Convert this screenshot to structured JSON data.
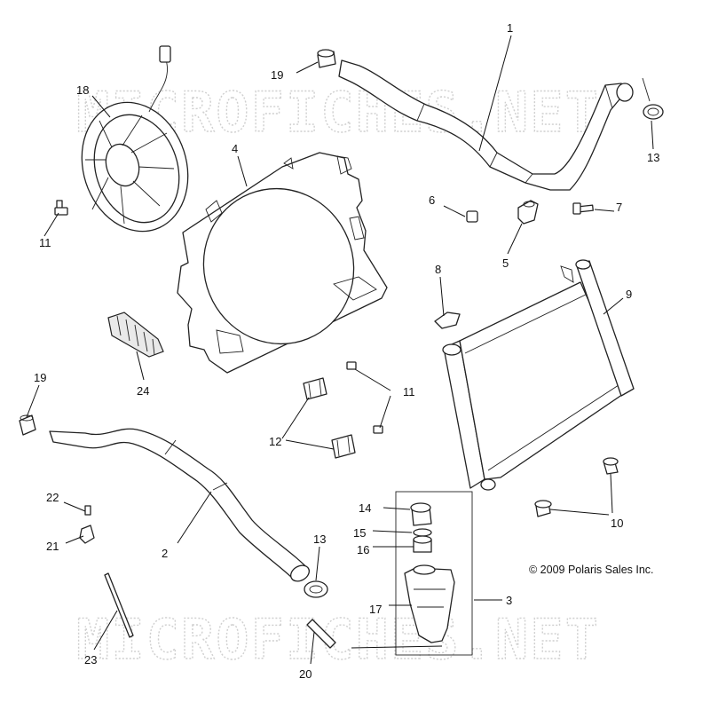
{
  "watermark": {
    "text": "MICROFICHES.NET"
  },
  "copyright": "© 2009 Polaris Sales Inc.",
  "callouts": [
    {
      "id": "c1",
      "label": "1"
    },
    {
      "id": "c2",
      "label": "2"
    },
    {
      "id": "c3",
      "label": "3"
    },
    {
      "id": "c4",
      "label": "4"
    },
    {
      "id": "c5",
      "label": "5"
    },
    {
      "id": "c6",
      "label": "6"
    },
    {
      "id": "c7",
      "label": "7"
    },
    {
      "id": "c8",
      "label": "8"
    },
    {
      "id": "c9",
      "label": "9"
    },
    {
      "id": "c10",
      "label": "10"
    },
    {
      "id": "c11a",
      "label": "11"
    },
    {
      "id": "c11b",
      "label": "11"
    },
    {
      "id": "c12",
      "label": "12"
    },
    {
      "id": "c13a",
      "label": "13"
    },
    {
      "id": "c13b",
      "label": "13"
    },
    {
      "id": "c14",
      "label": "14"
    },
    {
      "id": "c15",
      "label": "15"
    },
    {
      "id": "c16",
      "label": "16"
    },
    {
      "id": "c17",
      "label": "17"
    },
    {
      "id": "c18",
      "label": "18"
    },
    {
      "id": "c19a",
      "label": "19"
    },
    {
      "id": "c19b",
      "label": "19"
    },
    {
      "id": "c20",
      "label": "20"
    },
    {
      "id": "c21",
      "label": "21"
    },
    {
      "id": "c22",
      "label": "22"
    },
    {
      "id": "c23",
      "label": "23"
    },
    {
      "id": "c24",
      "label": "24"
    }
  ]
}
